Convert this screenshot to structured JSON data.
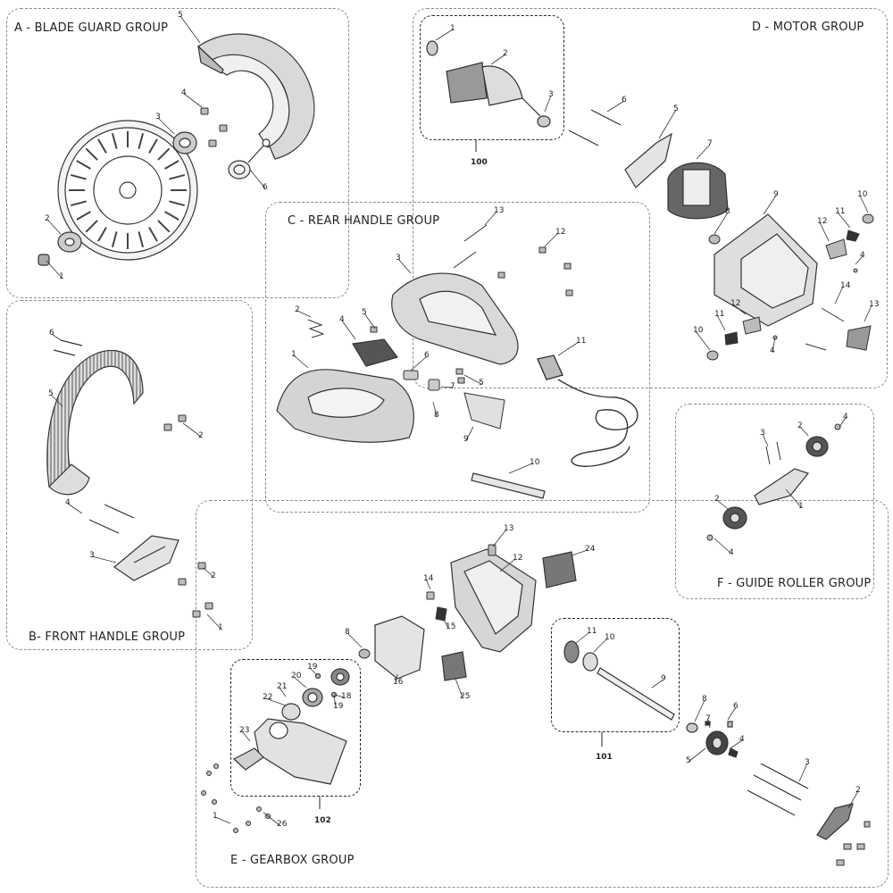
{
  "groups": {
    "a": {
      "title": "A - BLADE GUARD GROUP"
    },
    "b": {
      "title": "B- FRONT HANDLE GROUP"
    },
    "c": {
      "title": "C - REAR HANDLE GROUP"
    },
    "d": {
      "title": "D - MOTOR GROUP"
    },
    "e": {
      "title": "E - GEARBOX GROUP"
    },
    "f": {
      "title": "F - GUIDE ROLLER GROUP"
    }
  },
  "subassemblies": {
    "s100": "100",
    "s101": "101",
    "s102": "102"
  },
  "part_numbers": {
    "a": [
      "1",
      "2",
      "3",
      "4",
      "5",
      "6"
    ],
    "b": [
      "1",
      "2",
      "2",
      "3",
      "4",
      "5",
      "6"
    ],
    "c": [
      "1",
      "2",
      "3",
      "4",
      "5",
      "5",
      "6",
      "7",
      "8",
      "9",
      "10",
      "11",
      "12",
      "13"
    ],
    "d": [
      "1",
      "2",
      "3",
      "4",
      "4",
      "5",
      "6",
      "7",
      "8",
      "9",
      "10",
      "10",
      "11",
      "11",
      "12",
      "12",
      "13",
      "14"
    ],
    "e": [
      "1",
      "2",
      "3",
      "4",
      "5",
      "6",
      "7",
      "8",
      "8",
      "9",
      "10",
      "11",
      "12",
      "13",
      "14",
      "15",
      "16",
      "18",
      "19",
      "19",
      "20",
      "21",
      "22",
      "23",
      "24",
      "25",
      "26"
    ],
    "f": [
      "1",
      "2",
      "2",
      "3",
      "4",
      "4"
    ]
  }
}
